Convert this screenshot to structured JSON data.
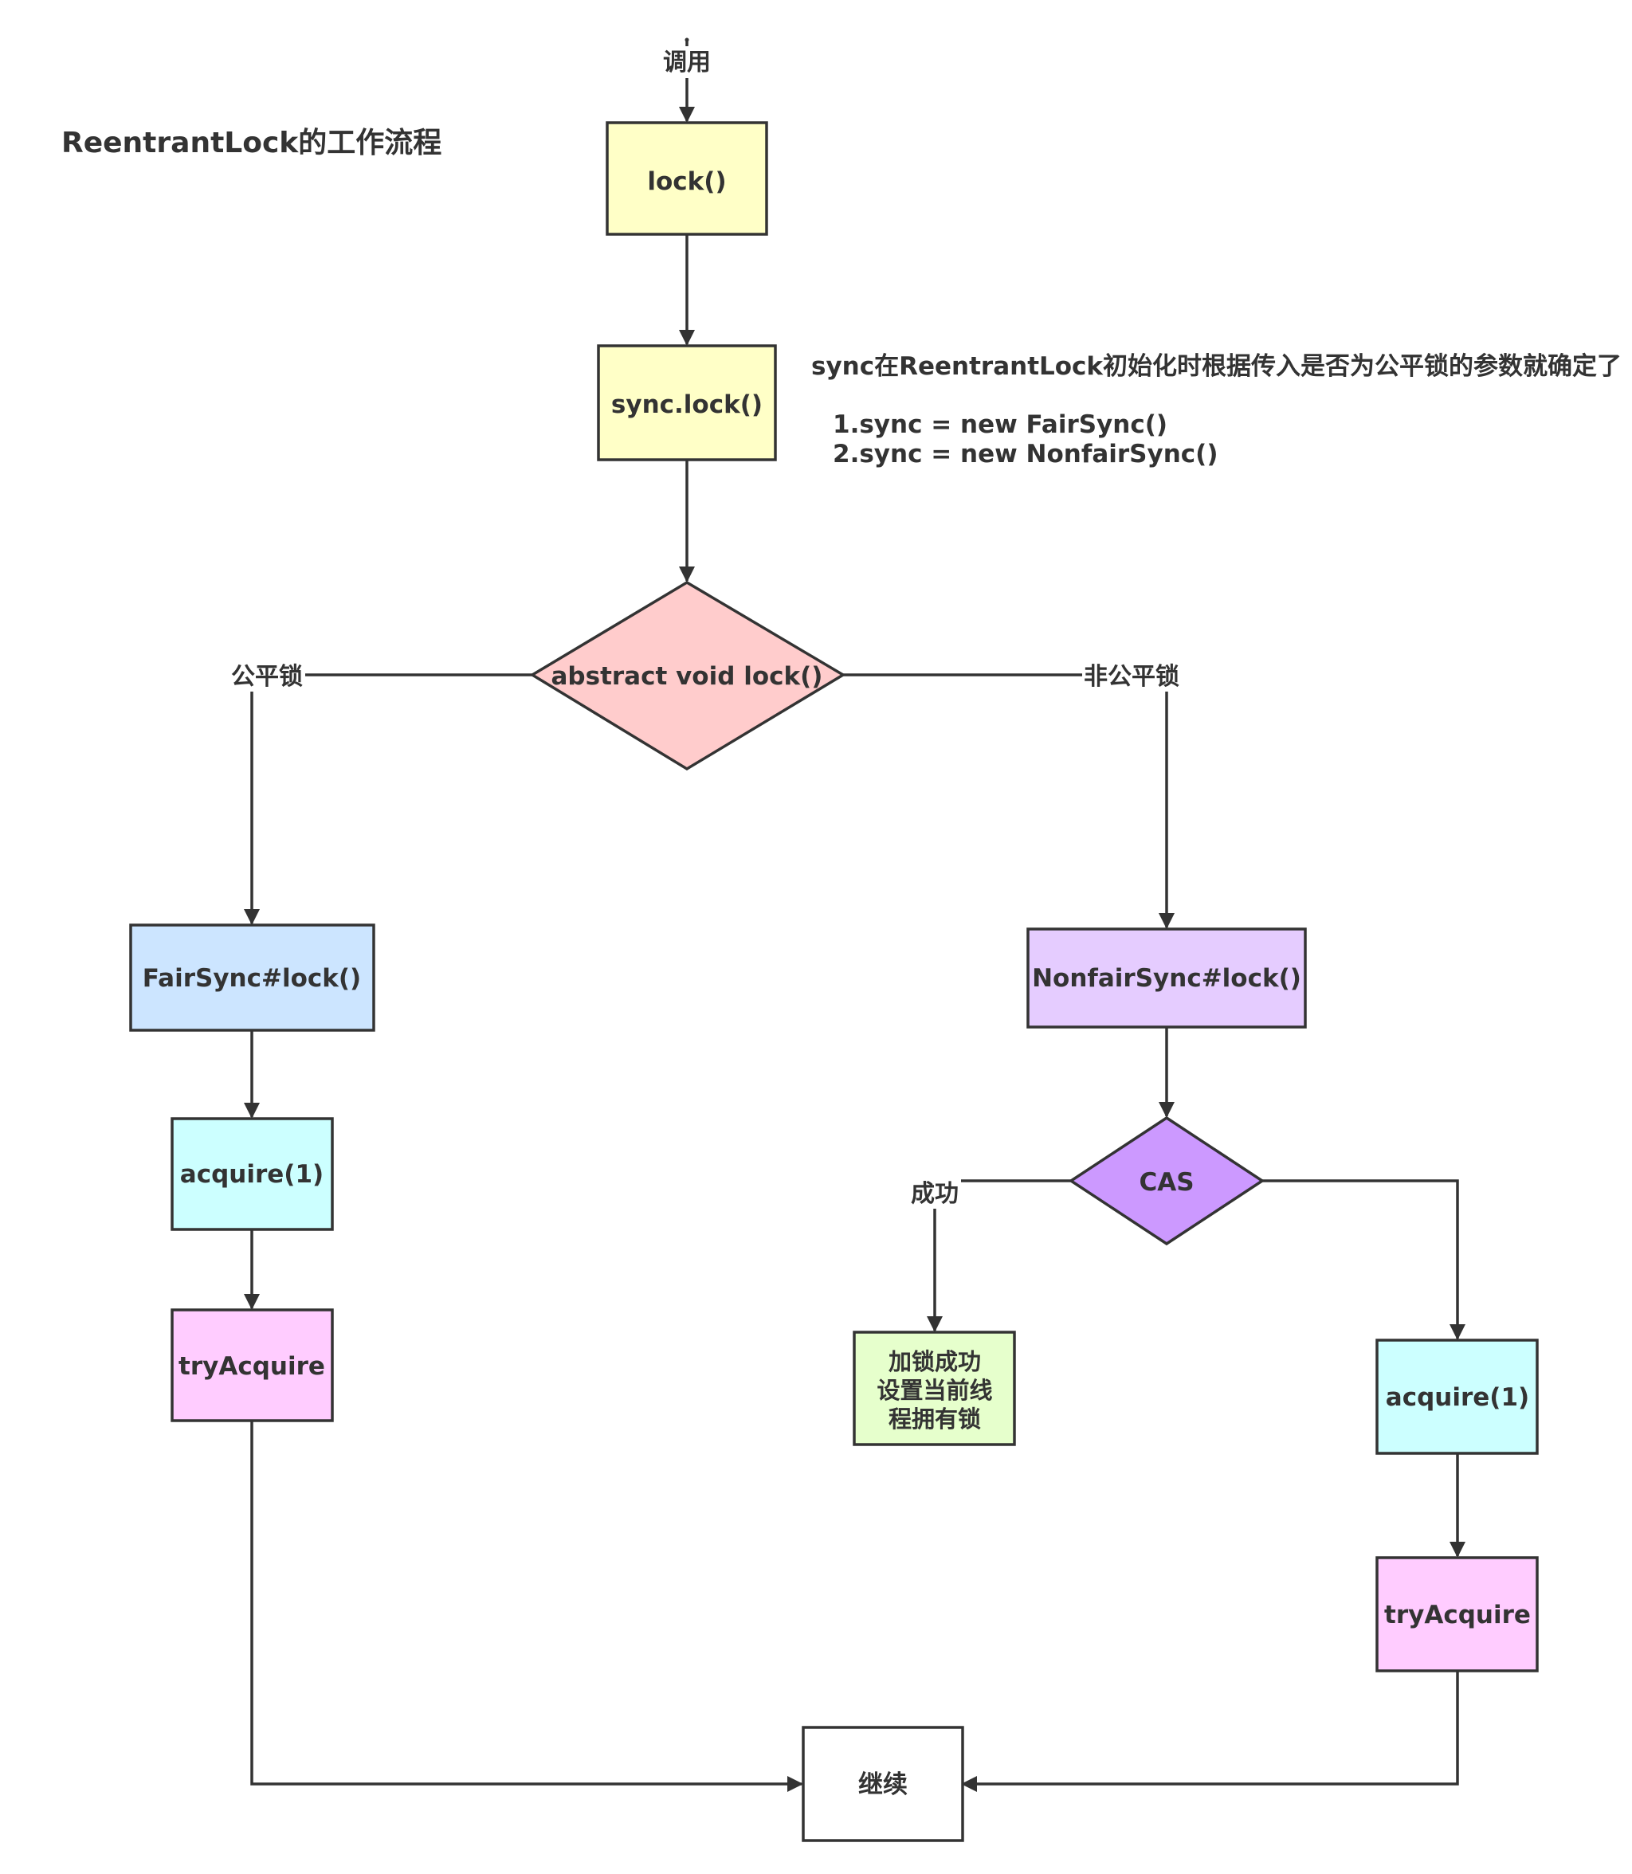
{
  "title": "ReentrantLock的工作流程",
  "note": {
    "line1": "sync在ReentrantLock初始化时根据传入是否为公平锁的参数就确定了",
    "line2": "1.sync = new FairSync()",
    "line3": "2.sync = new NonfairSync()"
  },
  "nodes": {
    "lock": "lock()",
    "sync_lock": "sync.lock()",
    "abstract_lock": "abstract void lock()",
    "fair_lock": "FairSync#lock()",
    "fair_acquire": "acquire(1)",
    "fair_try": "tryAcquire",
    "nonfair_lock": "NonfairSync#lock()",
    "cas": "CAS",
    "success": [
      "加锁成功",
      "设置当前线",
      "程拥有锁"
    ],
    "nonfair_acquire": "acquire(1)",
    "nonfair_try": "tryAcquire",
    "continue": "继续"
  },
  "edge_labels": {
    "call": "调用",
    "fair": "公平锁",
    "nonfair": "非公平锁",
    "success": "成功"
  },
  "colors": {
    "yellow": "#FFFFC7",
    "pink_diamond": "#FFCCCC",
    "blue": "#CCE5FF",
    "cyan": "#CCFFFF",
    "magenta": "#FFCCFF",
    "lavender": "#E5CCFF",
    "purple_diamond": "#CC99FF",
    "green": "#E6FFCC",
    "white": "#FFFFFF",
    "stroke": "#333333"
  }
}
